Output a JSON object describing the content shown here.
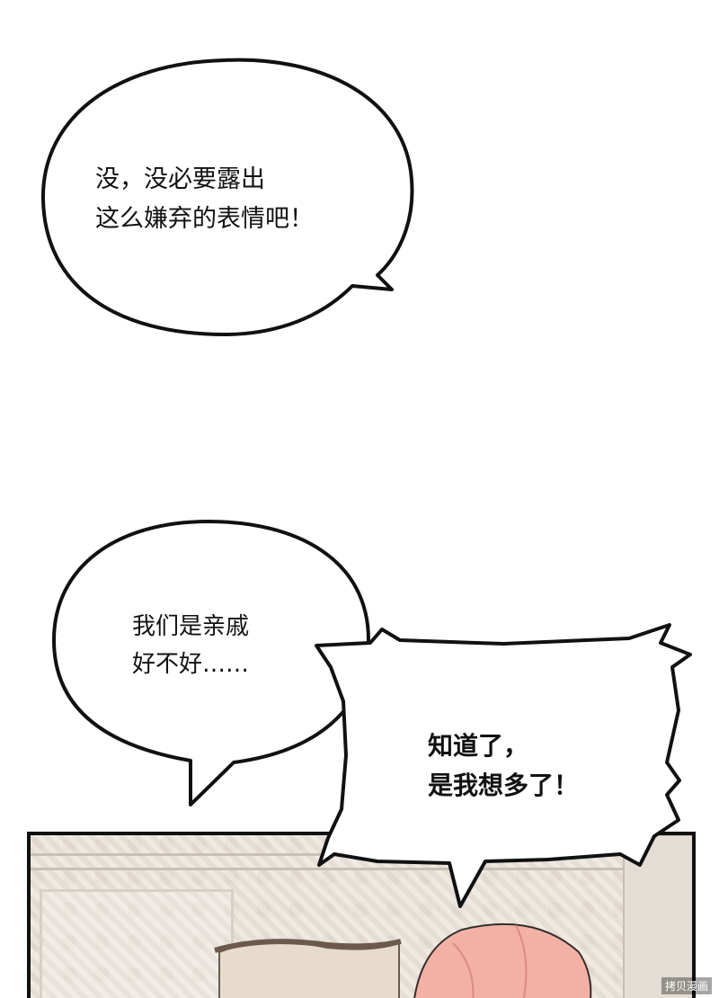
{
  "speech_bubbles": [
    {
      "lines": [
        "没，没必要露出",
        "这么嫌弃的表情吧！"
      ]
    },
    {
      "lines": [
        "我们是亲戚",
        "好不好……"
      ]
    },
    {
      "lines": [
        "知道了，",
        "是我想多了！"
      ]
    }
  ],
  "watermark": {
    "label": "拷贝漫画"
  },
  "colors": {
    "outline": "#111111",
    "hair": "#f0a9a0",
    "wall": "#efe9e2"
  }
}
